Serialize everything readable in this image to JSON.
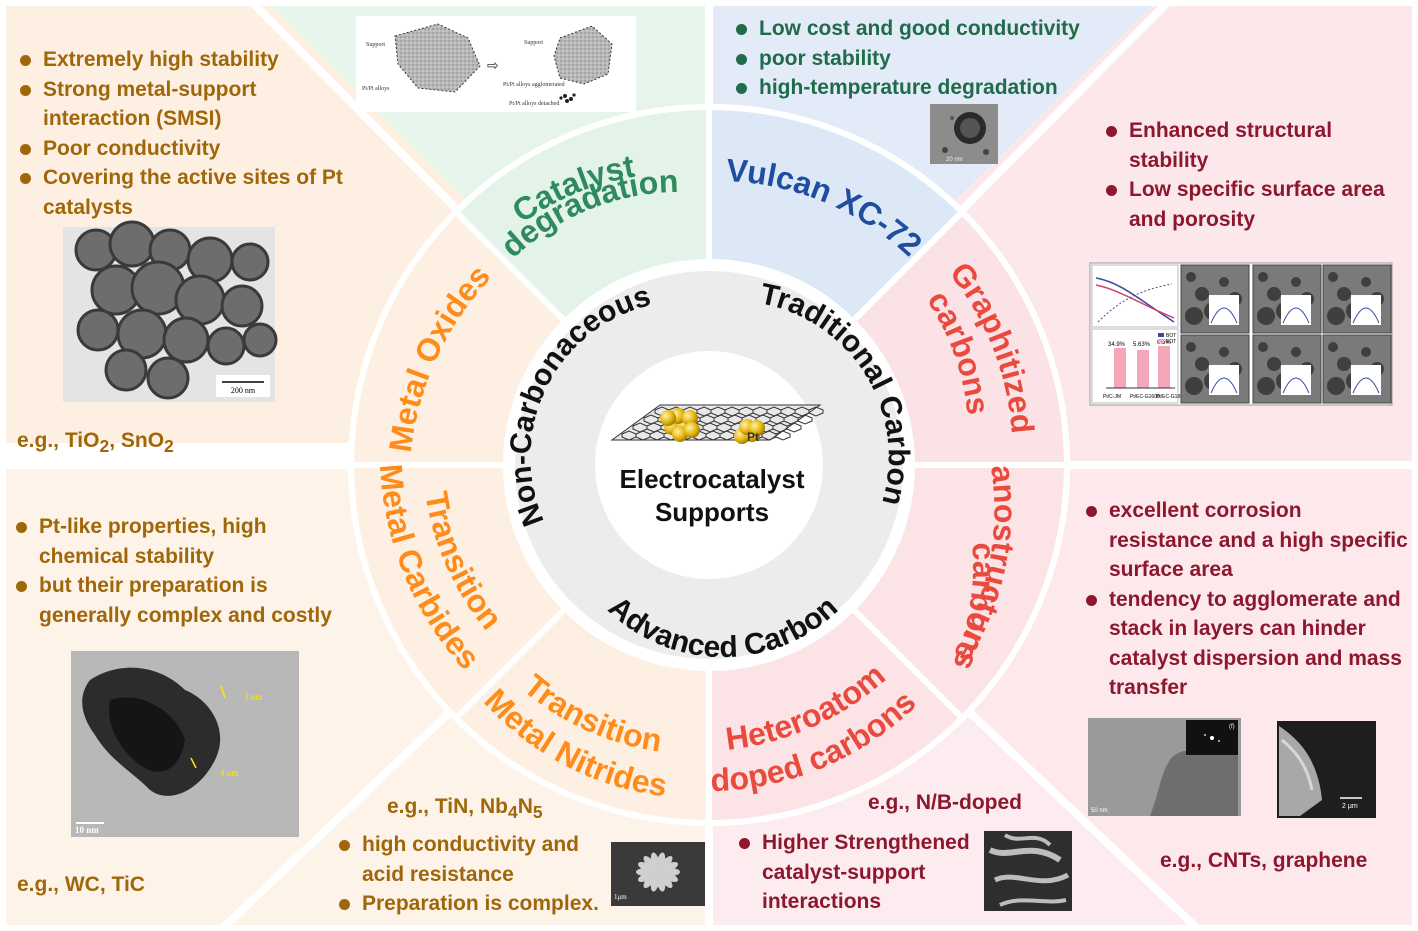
{
  "center": {
    "line1": "Electrocatalyst",
    "line2": "Supports",
    "pt_label": "Pt"
  },
  "categories": {
    "non_carbonaceous": "Non-Carbonaceous",
    "traditional_carbon": "Traditional Carbon",
    "advanced_carbon": "Advanced Carbon"
  },
  "sectors": {
    "catalyst_degradation": [
      "Catalyst",
      "degradation"
    ],
    "vulcan": "Vulcan XC-72",
    "graphitized": [
      "Graphitized",
      "carbons"
    ],
    "nanostructured": [
      "Nanostructured",
      "carbons"
    ],
    "heteroatom": [
      "Heteroatom",
      "doped carbons"
    ],
    "nitrides": [
      "Transition",
      "Metal Nitrides"
    ],
    "carbides": [
      "Transition",
      "Metal Carbides"
    ],
    "oxides": "Metal Oxides"
  },
  "panels": {
    "metal_oxides": {
      "bullets": [
        "Extremely high stability",
        "Strong metal-support interaction (SMSI)",
        "Poor conductivity",
        "Covering the active sites of Pt catalysts"
      ],
      "eg_prefix": "e.g., TiO",
      "eg_sub1": "2",
      "eg_mid": ", SnO",
      "eg_sub2": "2",
      "scale": "200 nm"
    },
    "degradation_figure": {
      "support1": "Support",
      "pt1": "Pt/Pt alloys",
      "support2": "Support",
      "agglom": "Pt/Pt alloys agglomerated",
      "detached": "Pt/Pt alloys detached",
      "arrow": "⇨"
    },
    "vulcan": {
      "bullets": [
        "Low cost and good conductivity",
        "poor stability",
        "high-temperature degradation"
      ],
      "scale": "20 nm"
    },
    "graphitized": {
      "bullets": [
        "Enhanced structural stability",
        "Low specific surface area and porosity"
      ],
      "chart_labels": [
        "34.9%",
        "5.63%",
        "0.5%",
        "Pt/C-JM",
        "Pt/EC-G1600",
        "Pt/EC-G1800",
        "BOT",
        "EOT"
      ]
    },
    "carbides": {
      "bullets": [
        "Pt-like properties, high chemical stability",
        "but their preparation is generally complex and costly"
      ],
      "eg": "e.g., WC, TiC",
      "scale": "10 nm",
      "ann1": "3 nm",
      "ann2": "4 nm"
    },
    "nitrides": {
      "eg_prefix": "e.g., TiN, Nb",
      "eg_sub1": "4",
      "eg_mid": "N",
      "eg_sub2": "5",
      "bullets": [
        "high conductivity and acid resistance",
        "Preparation is complex."
      ],
      "scale": "1μm"
    },
    "heteroatom": {
      "eg": "e.g., N/B-doped",
      "bullets": [
        "Higher Strengthened catalyst-support interactions"
      ]
    },
    "nanostructured": {
      "bullets": [
        "excellent corrosion resistance and a high specific surface area",
        "tendency to agglomerate and stack in layers can hinder catalyst dispersion and mass transfer"
      ],
      "eg": "e.g., CNTs, graphene",
      "scale1": "50 nm",
      "scale2": "2 μm",
      "inset": "(f)"
    }
  },
  "colors": {
    "oxides": "#fdf0e2",
    "degradation": "#e3f3ea",
    "vulcan": "#dde8f7",
    "graphitized": "#fbe2e6",
    "nanostructured": "#fbe3e6",
    "heteroatom": "#fbe3e6",
    "nitrides": "#fdf0e2",
    "carbides": "#fdf0e2",
    "orange": "#ff8c1a",
    "green": "#2e8b5e",
    "blue": "#1f4e9e",
    "red": "#ea4a3d"
  }
}
